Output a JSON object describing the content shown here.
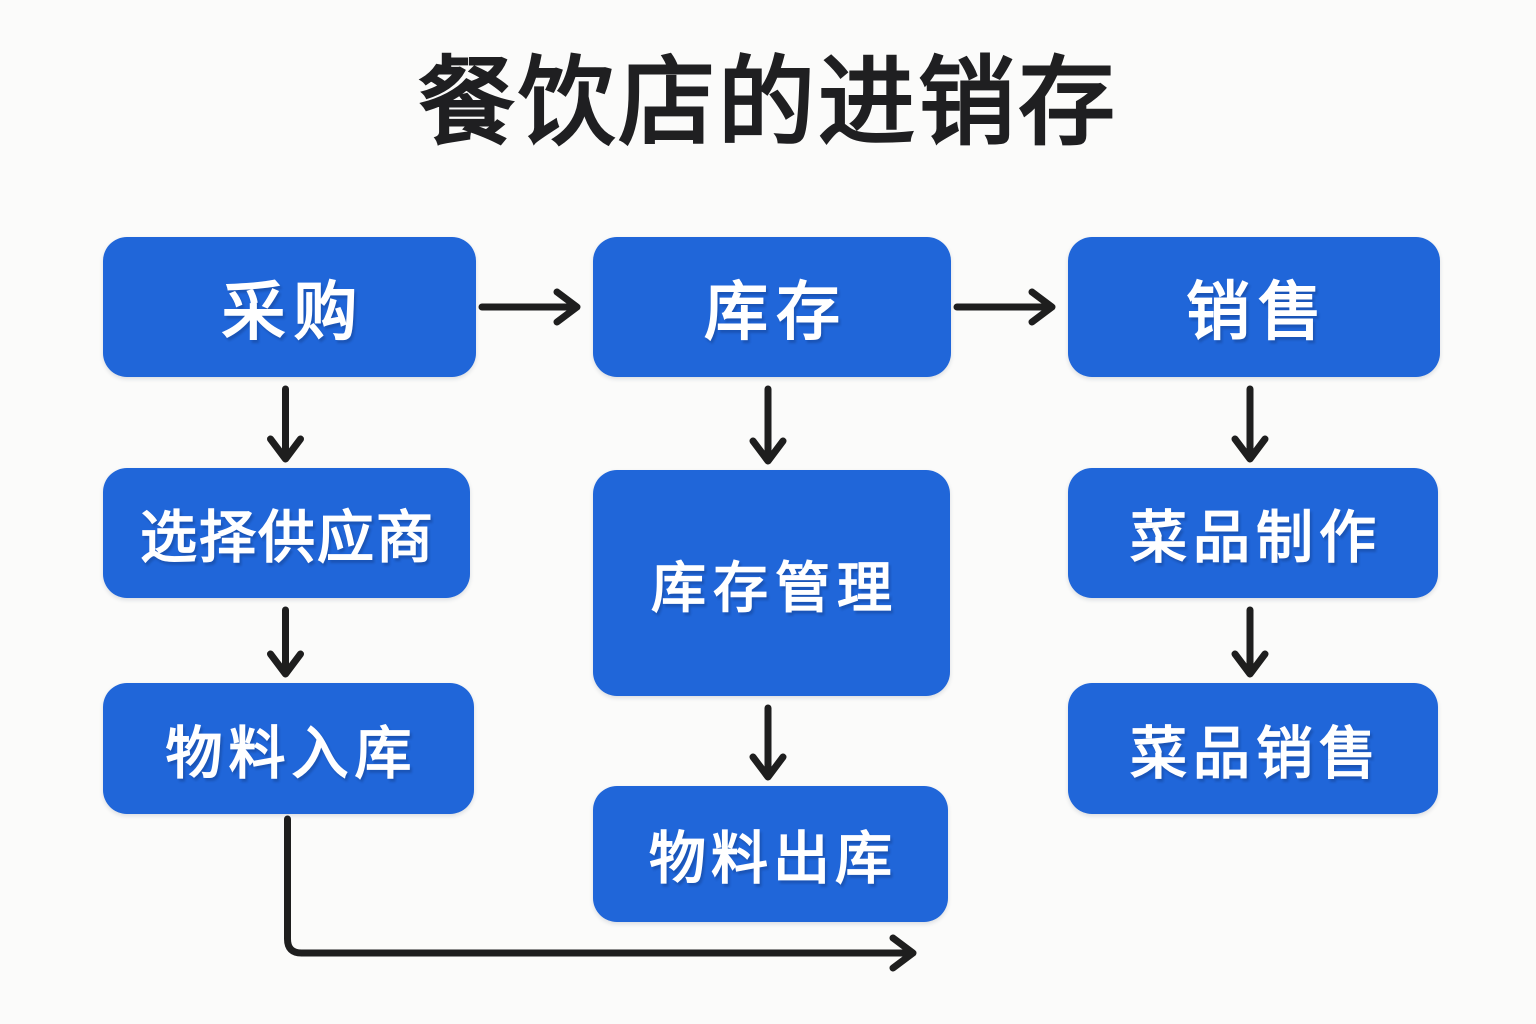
{
  "title": "餐饮店的进销存",
  "colors": {
    "node_fill": "#2066d9",
    "node_text": "#ffffff",
    "arrow": "#1e1e1e",
    "background": "#fbfbfa",
    "title_text": "#1f1f21"
  },
  "nodes": [
    {
      "id": "purchase",
      "label": "采购"
    },
    {
      "id": "inventory",
      "label": "库存"
    },
    {
      "id": "sales",
      "label": "销售"
    },
    {
      "id": "select-supplier",
      "label": "选择供应商"
    },
    {
      "id": "inventory-management",
      "label": "库存管理"
    },
    {
      "id": "dish-preparation",
      "label": "菜品制作"
    },
    {
      "id": "material-inbound",
      "label": "物料入库"
    },
    {
      "id": "material-outbound",
      "label": "物料出库"
    },
    {
      "id": "dish-sales",
      "label": "菜品销售"
    }
  ],
  "edges": [
    {
      "from": "purchase",
      "to": "inventory",
      "style": "straight"
    },
    {
      "from": "inventory",
      "to": "sales",
      "style": "straight"
    },
    {
      "from": "purchase",
      "to": "select-supplier",
      "style": "straight"
    },
    {
      "from": "inventory",
      "to": "inventory-management",
      "style": "straight"
    },
    {
      "from": "sales",
      "to": "dish-preparation",
      "style": "straight"
    },
    {
      "from": "select-supplier",
      "to": "material-inbound",
      "style": "straight"
    },
    {
      "from": "inventory-management",
      "to": "material-outbound",
      "style": "straight"
    },
    {
      "from": "dish-preparation",
      "to": "dish-sales",
      "style": "straight"
    },
    {
      "from": "material-inbound",
      "to": "material-outbound",
      "style": "elbow-down-right"
    }
  ]
}
